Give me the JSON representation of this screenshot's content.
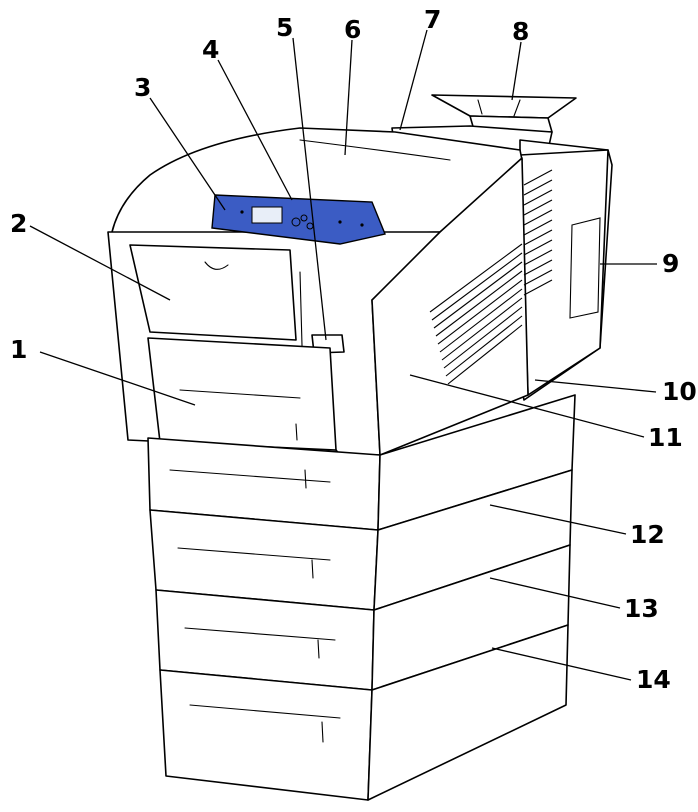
{
  "callouts": [
    {
      "id": "1",
      "label": "1"
    },
    {
      "id": "2",
      "label": "2"
    },
    {
      "id": "3",
      "label": "3"
    },
    {
      "id": "4",
      "label": "4"
    },
    {
      "id": "5",
      "label": "5"
    },
    {
      "id": "6",
      "label": "6"
    },
    {
      "id": "7",
      "label": "7"
    },
    {
      "id": "8",
      "label": "8"
    },
    {
      "id": "9",
      "label": "9"
    },
    {
      "id": "10",
      "label": "10"
    },
    {
      "id": "11",
      "label": "11"
    },
    {
      "id": "12",
      "label": "12"
    },
    {
      "id": "13",
      "label": "13"
    },
    {
      "id": "14",
      "label": "14"
    }
  ],
  "colors": {
    "control_panel": "#3b5cc4",
    "outline": "#000000",
    "background": "#ffffff"
  }
}
